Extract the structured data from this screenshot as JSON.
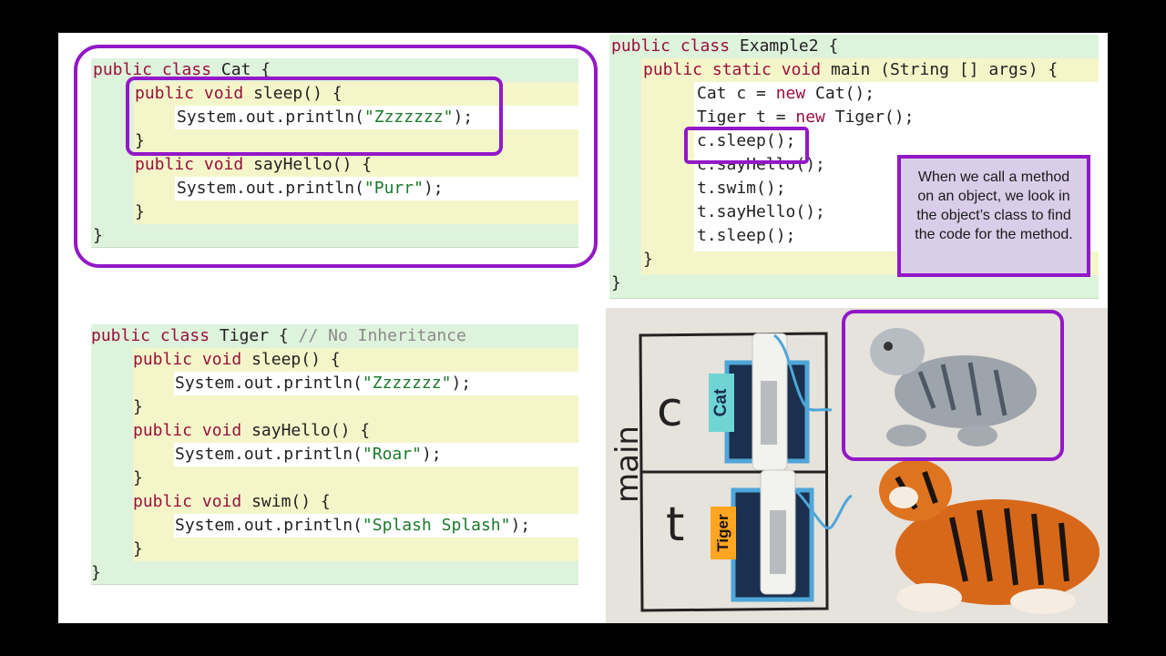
{
  "cat_class": {
    "lines": [
      [
        "public",
        "class",
        "Cat {"
      ],
      [
        "public",
        "void",
        "sleep() {"
      ],
      [
        "System.out.println(",
        "\"Zzzzzzz\"",
        ");"
      ],
      [
        "}"
      ],
      [
        "public",
        "void",
        "sayHello() {"
      ],
      [
        "System.out.println(",
        "\"Purr\"",
        ");"
      ],
      [
        "}"
      ],
      [
        "}"
      ]
    ]
  },
  "example2_class": {
    "l1_kw1": "public",
    "l1_kw2": "class",
    "l1_rest": "Example2 {",
    "l2_kw1": "public",
    "l2_kw2": "static",
    "l2_kw3": "void",
    "l2_rest": "main (String [] args) {",
    "l3_a": "Cat c = ",
    "l3_kw": "new",
    "l3_b": " Cat();",
    "l4_a": "Tiger t = ",
    "l4_kw": "new",
    "l4_b": " Tiger();",
    "l5": "c.sleep();",
    "l6": "c.sayHello();",
    "l7": "t.swim();",
    "l8": "t.sayHello();",
    "l9": "t.sleep();",
    "l10": "}",
    "l11": "}"
  },
  "tiger_class": {
    "l1_kw1": "public",
    "l1_kw2": "class",
    "l1_rest": "Tiger { ",
    "l1_comment": "// No Inheritance",
    "l2_kw1": "public",
    "l2_kw2": "void",
    "l2_rest": "sleep() {",
    "l3_a": "System.out.println(",
    "l3_str": "\"Zzzzzzz\"",
    "l3_b": ");",
    "l4": "}",
    "l5_kw1": "public",
    "l5_kw2": "void",
    "l5_rest": "sayHello() {",
    "l6_a": "System.out.println(",
    "l6_str": "\"Roar\"",
    "l6_b": ");",
    "l7": "}",
    "l8_kw1": "public",
    "l8_kw2": "void",
    "l8_rest": "swim() {",
    "l9_a": "System.out.println(",
    "l9_str": "\"Splash Splash\"",
    "l9_b": ");",
    "l10": "}",
    "l11": "}"
  },
  "callout": {
    "text": "When we call a method on an object, we look in the object’s class to find the code for the method."
  },
  "photo": {
    "frame_label": "main",
    "var_c": "c",
    "var_t": "t",
    "tag_cat": "Cat",
    "tag_tiger": "Tiger"
  },
  "colors": {
    "accent_purple": "#9318c7",
    "keyword": "#9a0f3c",
    "string": "#1a7a2a",
    "comment": "#8a8a8a",
    "callout_bg": "#dacde9"
  }
}
